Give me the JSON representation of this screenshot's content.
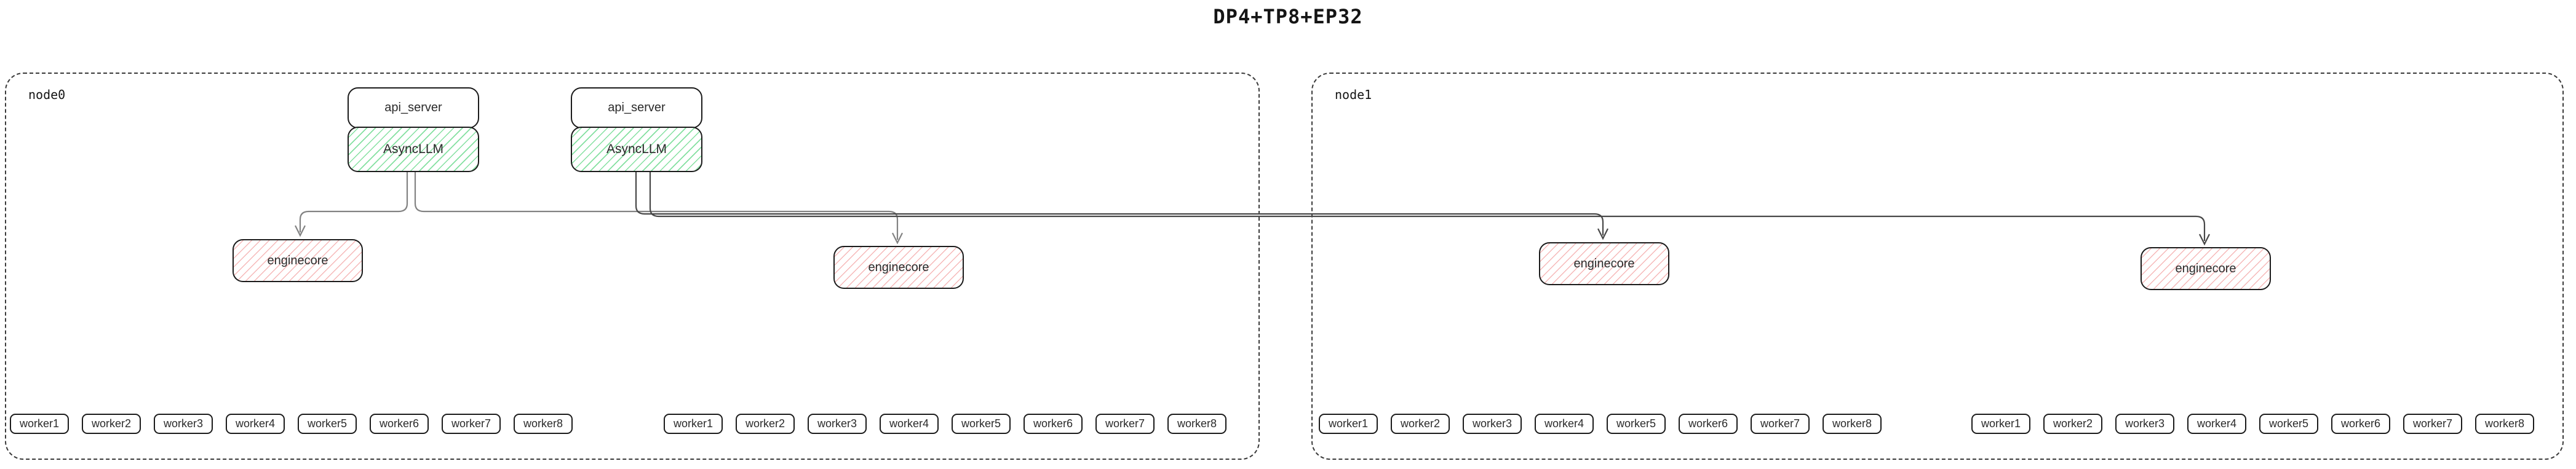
{
  "title": "DP4+TP8+EP32",
  "nodes": [
    {
      "label": "node0"
    },
    {
      "label": "node1"
    }
  ],
  "components": {
    "api_server_label": "api_server",
    "async_llm_label": "AsyncLLM",
    "enginecore_label": "enginecore"
  },
  "worker_labels": [
    "worker1",
    "worker2",
    "worker3",
    "worker4",
    "worker5",
    "worker6",
    "worker7",
    "worker8"
  ],
  "colors": {
    "async_llm_hatch": "#6fdb90",
    "enginecore_hatch": "#f4a6a6",
    "edge_gray": "#828282",
    "edge_dark": "#474747",
    "box_border": "#1b1b1b",
    "node_border": "#3a3a3a"
  }
}
